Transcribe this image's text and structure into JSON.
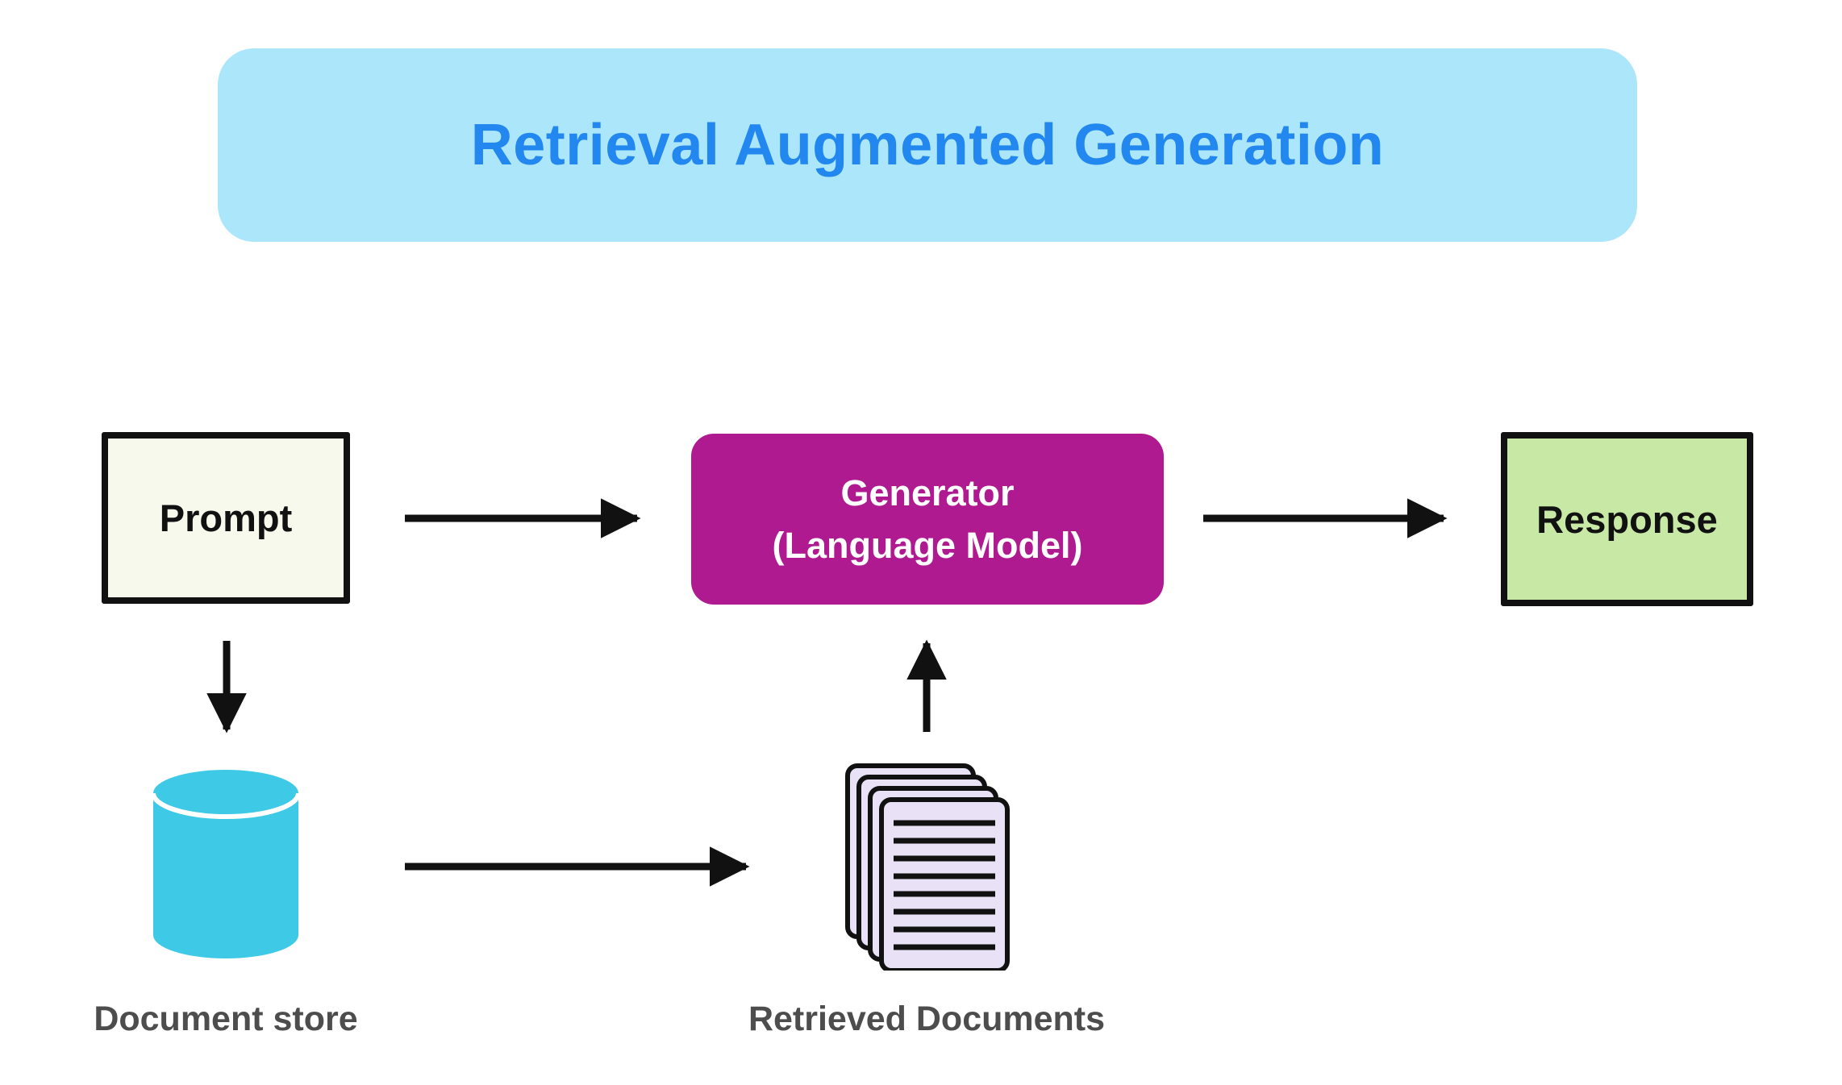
{
  "title": "Retrieval Augmented Generation",
  "nodes": {
    "prompt": {
      "label": "Prompt"
    },
    "generator": {
      "label": "Generator\n(Language Model)"
    },
    "response": {
      "label": "Response"
    },
    "document_store": {
      "caption": "Document store"
    },
    "retrieved_documents": {
      "caption": "Retrieved Documents"
    }
  },
  "icons": {
    "document_store": "database-cylinder-icon",
    "retrieved_documents": "stacked-documents-icon"
  },
  "colors": {
    "banner_bg": "#abe6fb",
    "title_text": "#2287ee",
    "prompt_bg": "#f6f9ec",
    "generator_bg": "#b01a90",
    "response_bg": "#c8e8a6",
    "cylinder_fill": "#3ec9e6",
    "document_fill": "#e9e2f7",
    "caption_text": "#4d4d4d",
    "arrow_color": "#111111"
  }
}
